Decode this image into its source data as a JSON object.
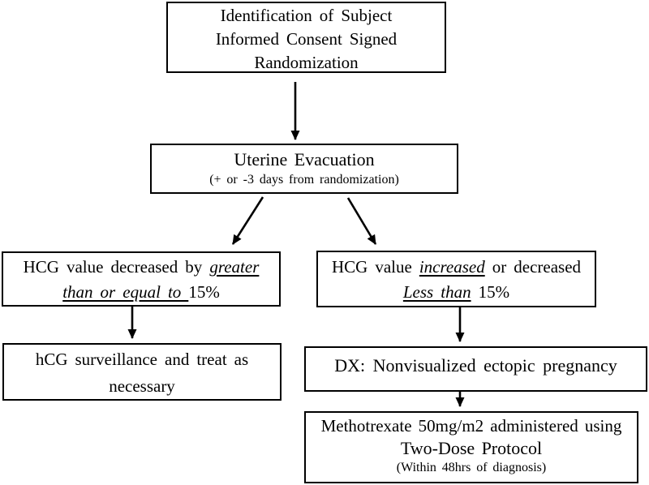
{
  "diagram": {
    "type": "flowchart",
    "background_color": "#ffffff",
    "box_border_color": "#000000",
    "arrow_color": "#000000",
    "nodes": {
      "identification": {
        "line1": "Identification of Subject",
        "line2": "Informed Consent Signed",
        "line3": "Randomization"
      },
      "uterine_evacuation": {
        "title": "Uterine Evacuation",
        "subtitle": "(+ or -3 days from randomization)"
      },
      "hcg_decreased": {
        "line1_prefix": "HCG value decreased by ",
        "line1_emphasis": "greater",
        "line2_emphasis": "than or equal to ",
        "line2_suffix": "15%"
      },
      "hcg_increased": {
        "line1_prefix": "HCG value ",
        "line1_emphasis": "increased",
        "line1_suffix": " or decreased",
        "line2_emphasis": "Less than",
        "line2_suffix": " 15%"
      },
      "surveillance": {
        "line1": "hCG surveillance and treat as",
        "line2": "necessary"
      },
      "dx": {
        "text": "DX: Nonvisualized ectopic pregnancy"
      },
      "methotrexate": {
        "line1": "Methotrexate 50mg/m2 administered using",
        "line2": "Two-Dose Protocol",
        "subtitle": "(Within 48hrs of diagnosis)"
      }
    },
    "edges": [
      "identification -> uterine_evacuation",
      "uterine_evacuation -> hcg_decreased",
      "uterine_evacuation -> hcg_increased",
      "hcg_decreased -> surveillance",
      "hcg_increased -> dx",
      "dx -> methotrexate"
    ]
  }
}
